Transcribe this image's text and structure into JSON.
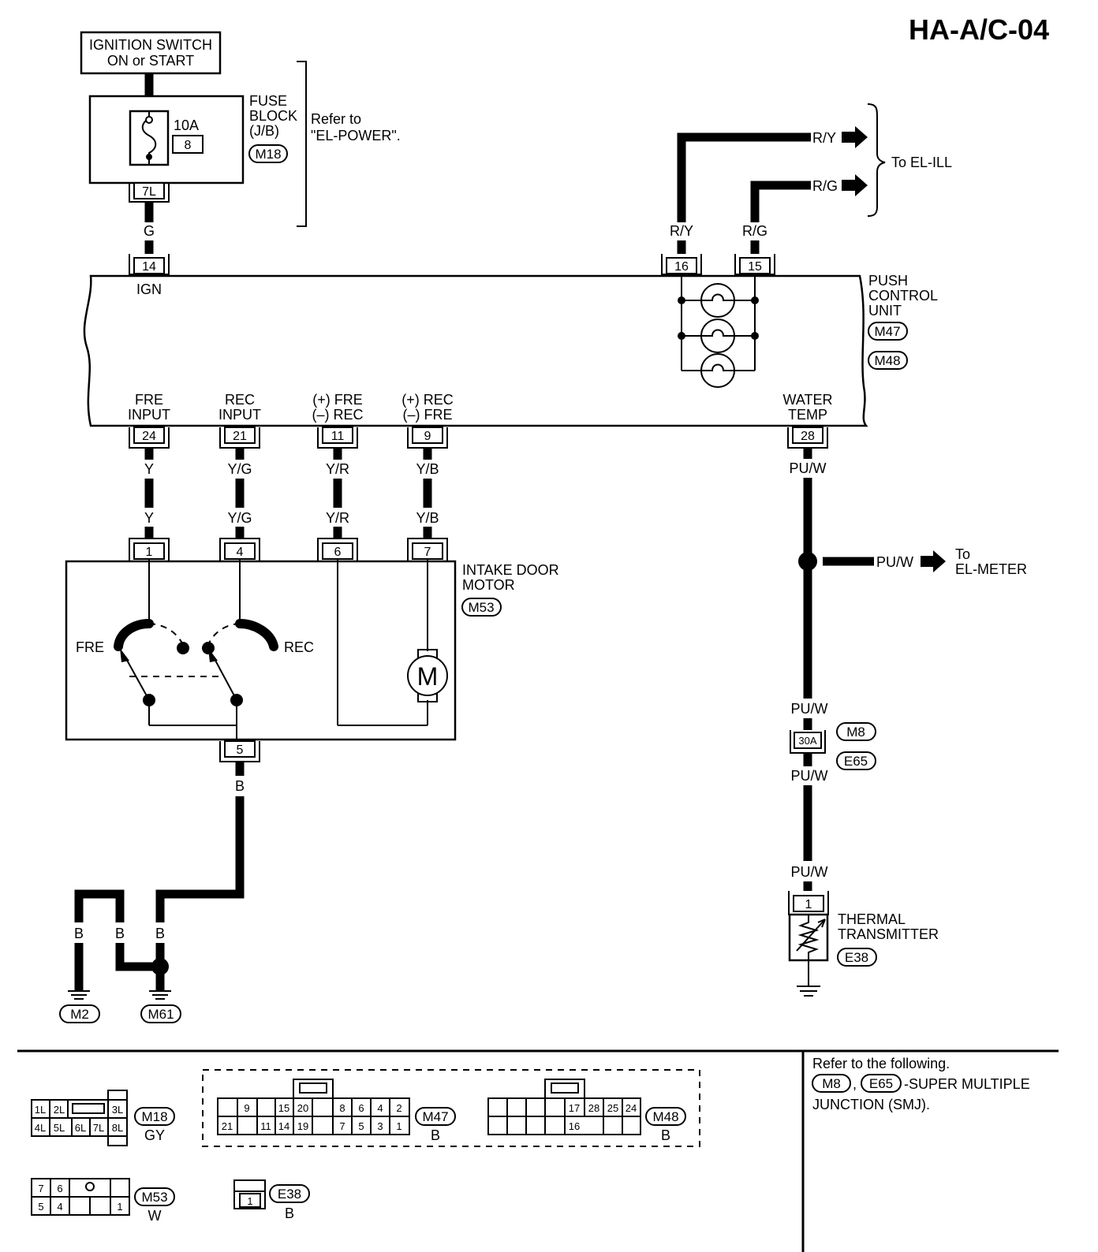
{
  "page_id": "HA-A/C-04",
  "ignition": {
    "line1": "IGNITION SWITCH",
    "line2": "ON or START"
  },
  "fuse_block": {
    "amp": "10A",
    "fuse_no": "8",
    "line1": "FUSE",
    "line2": "BLOCK",
    "line3": "(J/B)",
    "connector": "M18",
    "pin": "7L",
    "ref1": "Refer to",
    "ref2": "\"EL-POWER\"."
  },
  "wires": {
    "ign_wire": "G",
    "ry": "R/Y",
    "rg": "R/G",
    "y": "Y",
    "yg": "Y/G",
    "yr": "Y/R",
    "yb": "Y/B",
    "puw": "PU/W",
    "b": "B"
  },
  "to_el_ill": "To EL-ILL",
  "push_control": {
    "line1": "PUSH",
    "line2": "CONTROL",
    "line3": "UNIT",
    "conn1": "M47",
    "conn2": "M48",
    "pins": {
      "ign": "14",
      "ry": "16",
      "rg": "15",
      "fre": "24",
      "rec": "21",
      "pfre": "11",
      "prec": "9",
      "water": "28"
    },
    "labels": {
      "ign": "IGN",
      "fre1": "FRE",
      "fre2": "INPUT",
      "rec1": "REC",
      "rec2": "INPUT",
      "pfre1": "(+) FRE",
      "pfre2": "(–) REC",
      "prec1": "(+) REC",
      "prec2": "(–) FRE",
      "water1": "WATER",
      "water2": "TEMP"
    }
  },
  "intake_motor": {
    "line1": "INTAKE DOOR",
    "line2": "MOTOR",
    "conn": "M53",
    "pins": {
      "p1": "1",
      "p4": "4",
      "p6": "6",
      "p7": "7",
      "p5": "5"
    },
    "fre": "FRE",
    "rec": "REC",
    "motor": "M"
  },
  "to_el_meter": {
    "line1": "To",
    "line2": "EL-METER"
  },
  "joint": {
    "pin": "30A",
    "conn1": "M8",
    "conn2": "E65"
  },
  "thermal": {
    "line1": "THERMAL",
    "line2": "TRANSMITTER",
    "conn": "E38",
    "pin": "1"
  },
  "grounds": {
    "g1": "M2",
    "g2": "M61"
  },
  "footer": {
    "ref_line1": "Refer to the following.",
    "ref_conn1": "M8",
    "ref_conn2": "E65",
    "ref_sep": ",",
    "ref_tail": "-SUPER MULTIPLE",
    "ref_line3": "JUNCTION (SMJ).",
    "m18": {
      "name": "M18",
      "color": "GY",
      "top": [
        "1L",
        "2L",
        "3L"
      ],
      "bottom": [
        "4L",
        "5L",
        "6L",
        "7L",
        "8L"
      ]
    },
    "m47": {
      "name": "M47",
      "color": "B",
      "top": [
        "9",
        "15",
        "20",
        "8",
        "6",
        "4",
        "2"
      ],
      "bottom": [
        "21",
        "11",
        "14",
        "19",
        "7",
        "5",
        "3",
        "1"
      ]
    },
    "m48": {
      "name": "M48",
      "color": "B",
      "top": [
        "17",
        "28",
        "25",
        "24"
      ],
      "bottom": [
        "16"
      ]
    },
    "m53": {
      "name": "M53",
      "color": "W",
      "top": [
        "7",
        "6"
      ],
      "bottom": [
        "5",
        "4",
        "1"
      ]
    },
    "e38": {
      "name": "E38",
      "color": "B",
      "pin": "1"
    }
  }
}
